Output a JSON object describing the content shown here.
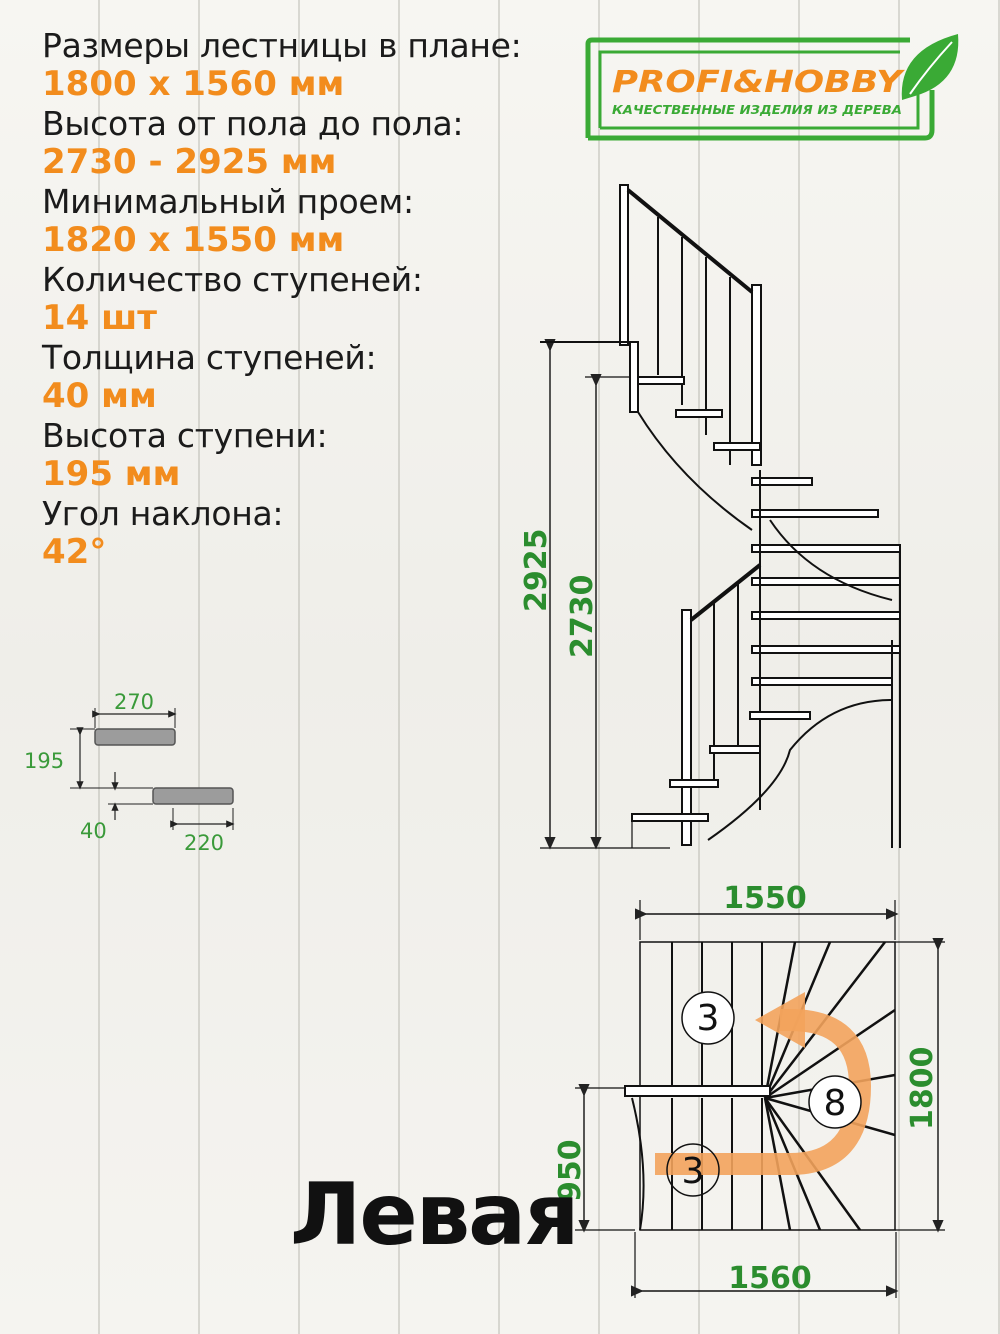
{
  "brand": {
    "name": "PROFI&HOBBY",
    "tagline": "КАЧЕСТВЕННЫЕ ИЗДЕЛИЯ ИЗ ДЕРЕВА",
    "green": "#3aaa35",
    "orange": "#f28c1d"
  },
  "specs": [
    {
      "label": "Размеры лестницы в плане:",
      "value": "1800 x 1560 мм"
    },
    {
      "label": "Высота от пола до пола:",
      "value": "2730 - 2925 мм"
    },
    {
      "label": "Минимальный проем:",
      "value": "1820 x 1550 мм"
    },
    {
      "label": "Количество ступеней:",
      "value": "14 шт"
    },
    {
      "label": "Толщина ступеней:",
      "value": "40 мм"
    },
    {
      "label": "Высота ступени:",
      "value": "195 мм"
    },
    {
      "label": "Угол наклона:",
      "value": "42°"
    }
  ],
  "step_detail": {
    "tread_depth": "270",
    "riser_height": "195",
    "thickness": "40",
    "going": "220"
  },
  "elevation": {
    "height_max": "2925",
    "height_min": "2730"
  },
  "plan": {
    "width_top": "1550",
    "width_bottom": "1560",
    "depth_right": "1800",
    "landing_depth": "950",
    "flight_upper_count": "3",
    "winder_count": "8",
    "flight_lower_count": "3"
  },
  "side": "Левая"
}
